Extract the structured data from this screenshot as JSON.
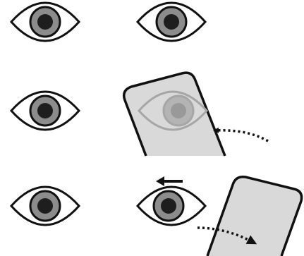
{
  "diagram": {
    "rows": 3,
    "eyes": [
      {
        "row": 1,
        "side": "left",
        "state": "open"
      },
      {
        "row": 1,
        "side": "right",
        "state": "open"
      },
      {
        "row": 2,
        "side": "left",
        "state": "open"
      },
      {
        "row": 2,
        "side": "right",
        "state": "covered"
      },
      {
        "row": 3,
        "side": "left",
        "state": "open"
      },
      {
        "row": 3,
        "side": "right",
        "state": "uncovered",
        "gaze_shift": "left"
      }
    ],
    "cover_cards": [
      {
        "row": 2,
        "motion": "moving-in"
      },
      {
        "row": 3,
        "motion": "moving-away"
      }
    ]
  },
  "colors": {
    "background": "#ffffff",
    "outline": "#111111",
    "iris": "#8c8c8c",
    "pupil": "#1e1e1e",
    "card_fill": "#d9d9d9",
    "ghost_outline": "#a6a6a6",
    "ghost_iris": "#b4b4b4",
    "ghost_pupil": "#999999"
  },
  "icons": [
    "eye-icon",
    "occluder-card-icon",
    "dotted-arrow-icon",
    "arrow-left-icon"
  ]
}
